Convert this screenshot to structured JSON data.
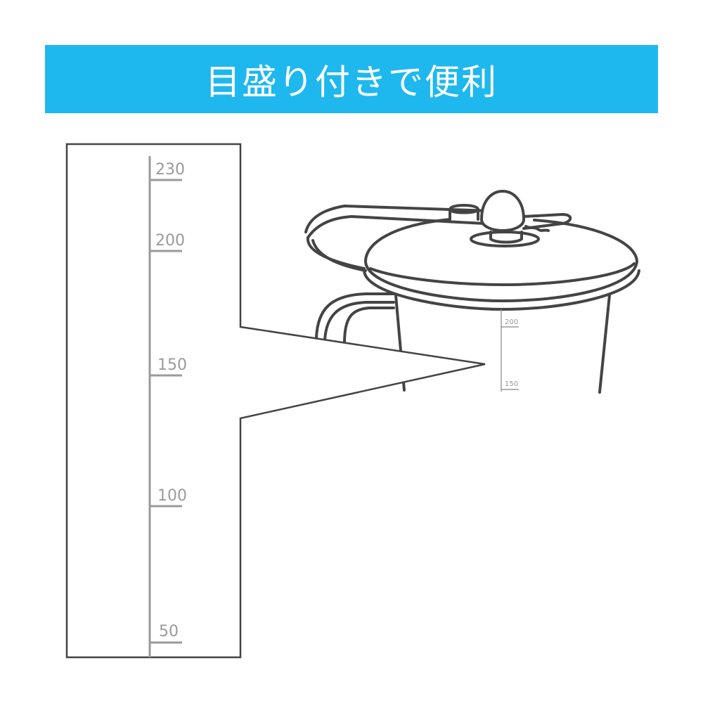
{
  "banner": {
    "title": "目盛り付きで便利",
    "background_color": "#1fb8ee",
    "text_color": "#ffffff"
  },
  "enlarged_scale": {
    "labels": [
      "230",
      "200",
      "150",
      "100",
      "50"
    ],
    "line_color": "#9a9a9a",
    "frame_color": "#444444"
  },
  "pot_scale": {
    "labels": [
      "200",
      "150"
    ]
  },
  "illustration": {
    "subject": "pot with lid, handle and measuring scale",
    "line_color": "#444444"
  }
}
